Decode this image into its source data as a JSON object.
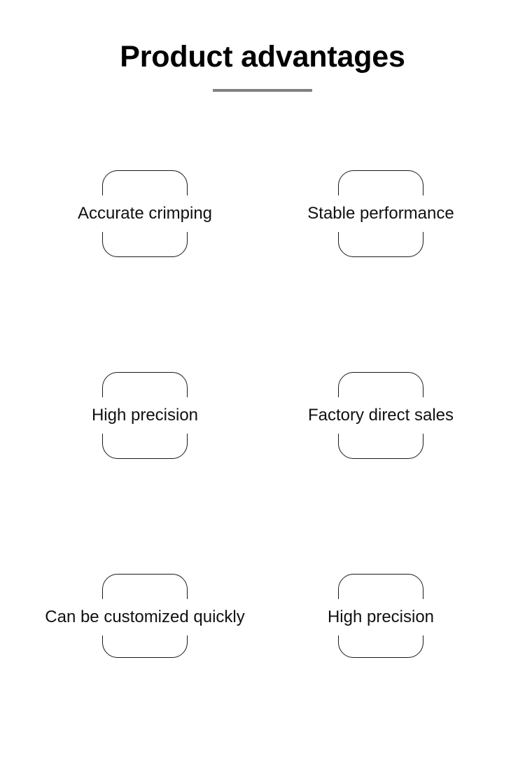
{
  "header": {
    "title": "Product advantages",
    "rule_color": "#808080"
  },
  "theme": {
    "background": "#ffffff",
    "text_color": "#111111",
    "box_border_color": "#1a1a1a",
    "divider_color": "#808080"
  },
  "advantages": {
    "rows": [
      {
        "items": [
          {
            "label": "Accurate crimping"
          },
          {
            "label": "Stable performance"
          }
        ]
      },
      {
        "items": [
          {
            "label": "High precision"
          },
          {
            "label": "Factory direct sales"
          }
        ]
      },
      {
        "items": [
          {
            "label": "Can be customized quickly"
          },
          {
            "label": "High precision"
          }
        ]
      }
    ]
  }
}
